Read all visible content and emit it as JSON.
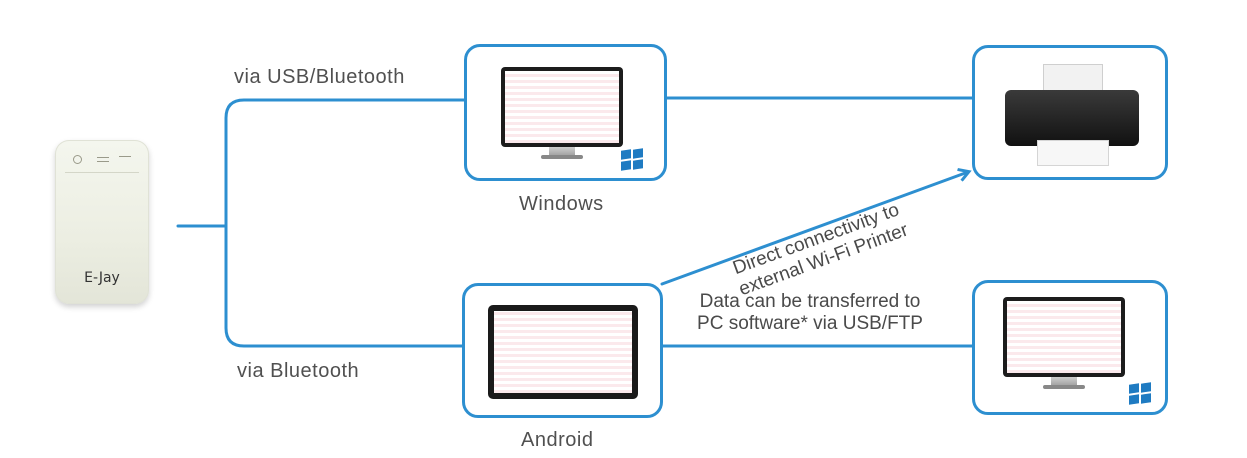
{
  "nodes": {
    "device": {
      "label": "E-Jay"
    },
    "windows": {
      "caption": "Windows"
    },
    "android": {
      "caption": "Android"
    },
    "printer": {},
    "pc": {}
  },
  "edges": {
    "usb_bluetooth": "via USB/Bluetooth",
    "bluetooth": "via Bluetooth",
    "wifi_printer_line1": "Direct connectivity to",
    "wifi_printer_line2": "external Wi-Fi Printer",
    "pc_transfer_line1": "Data can be transferred to",
    "pc_transfer_line2": "PC software* via USB/FTP"
  },
  "colors": {
    "accent": "#2d8fd0",
    "windows_logo": "#1f7bc2"
  }
}
